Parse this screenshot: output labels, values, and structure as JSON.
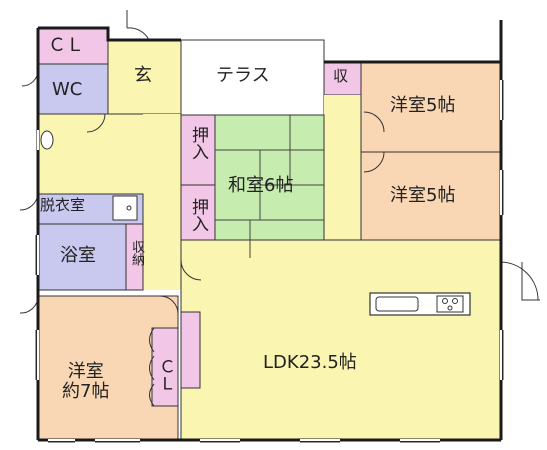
{
  "colors": {
    "closet": "#f2c6e6",
    "wc": "#c9c8ef",
    "entrance": "#faf5b0",
    "hall": "#faf5b0",
    "terrace": "#ffffff",
    "western": "#f9d7b5",
    "japanese": "#c6ecb0",
    "ldk": "#faf5b0",
    "bath": "#c9c8ef",
    "wall": "#1a1a1a"
  },
  "rooms": {
    "cl_top": "ＣＬ",
    "wc": "WC",
    "entrance": "玄",
    "terrace": "テラス",
    "storage_top": "収",
    "western_ne1": "洋室5帖",
    "western_ne2": "洋室5帖",
    "oshiire1": "押入",
    "oshiire2": "押入",
    "japanese": "和室6帖",
    "dressing": "脱衣室",
    "bath": "浴室",
    "storage_side": "収納",
    "western_sw": "洋室\n約7帖",
    "cl_sw": "ＣＬ",
    "ldk": "LDK23.5帖"
  }
}
